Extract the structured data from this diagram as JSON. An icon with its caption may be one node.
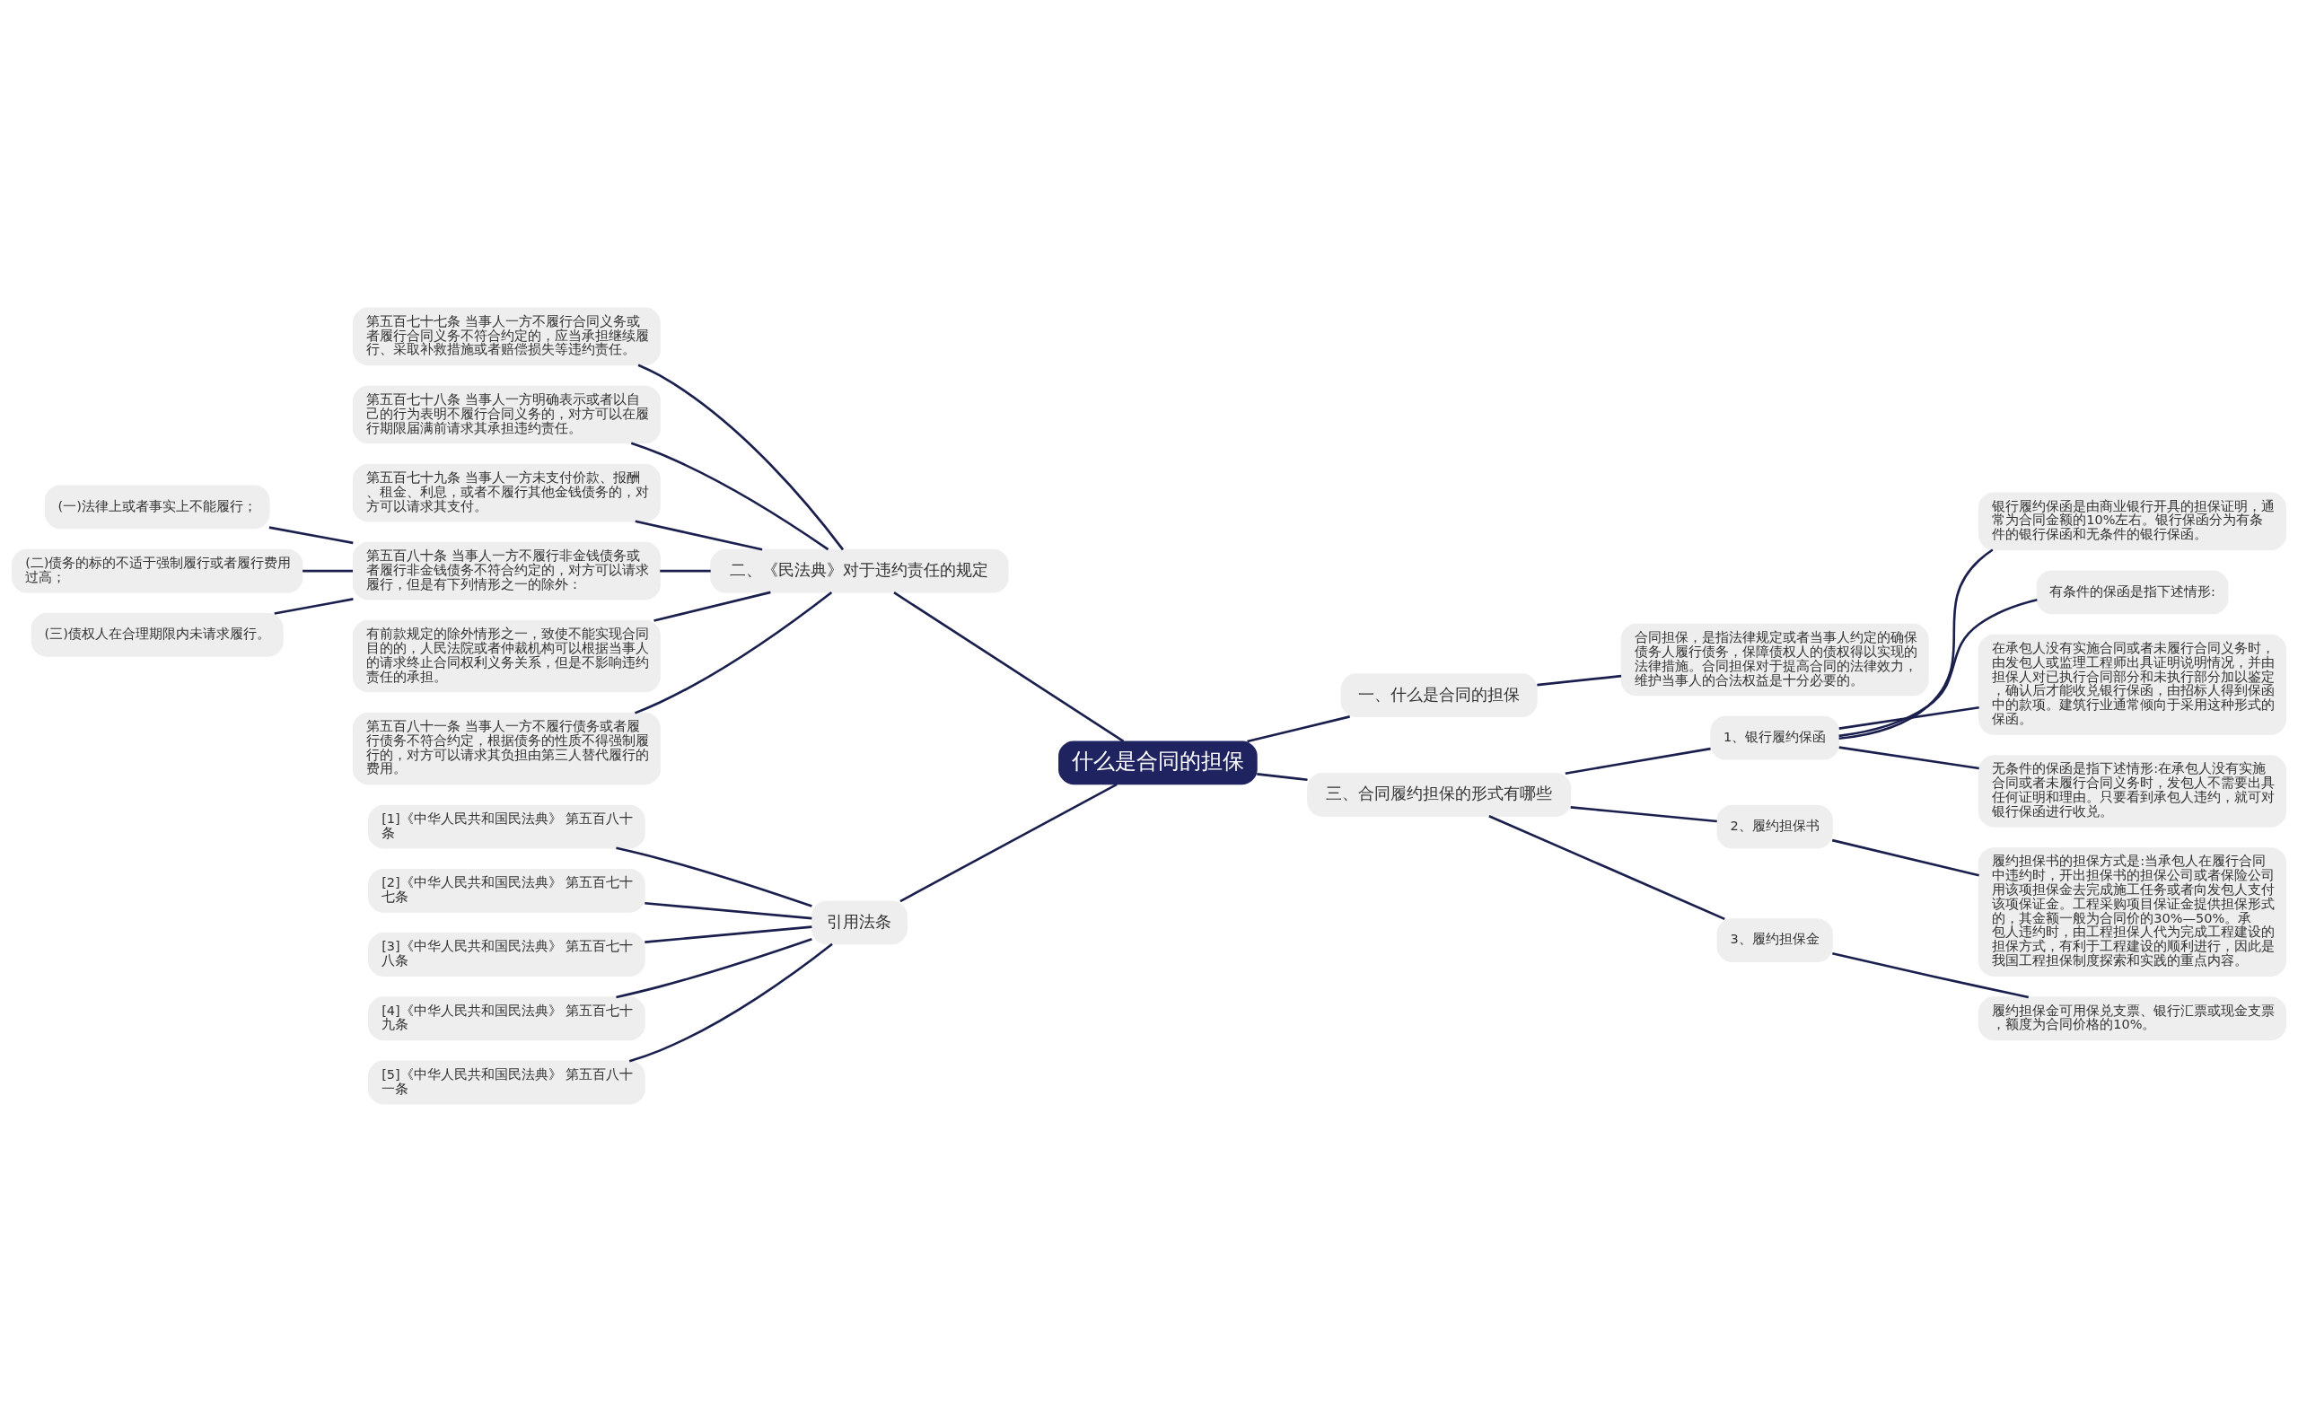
{
  "diagram": {
    "nodes": [
      {
        "text": [
          "什么是合同的担保"
        ]
      },
      {
        "text": [
          "一、什么是合同的担保"
        ]
      },
      {
        "text": [
          "合同担保，是指法律规定或者当事人约定的确保债务人履行债务，保障债权人的债权得以实现的法律措施。合同担保对于提高合同的法律效力，维护当事人的合法权益是十分必要的。"
        ]
      },
      {
        "text": [
          "二、《民法典》对于违约责任的规定"
        ]
      },
      {
        "text": [
          "第五百七十七条 当事人一方不履行合同义务或者履行合同义务不符合约定的，应当承担继续履行、采取补救措施或者赔偿损失等违约责任。"
        ]
      },
      {
        "text": [
          "第五百七十八条 当事人一方明确表示或者以自己的行为表明不履行合同义务的，对方可以在履行期限届满前请求其承担违约责任。"
        ]
      },
      {
        "text": [
          "第五百七十九条 当事人一方未支付价款、报酬、租金、利息，或者不履行其他金钱债务的，对方可以请求其支付。"
        ]
      },
      {
        "text": [
          "第五百八十条 当事人一方不履行非金钱债务或者履行非金钱债务不符合约定的，对方可以请求履行，但是有下列情形之一的除外："
        ]
      },
      {
        "text": [
          "(一)法律上或者事实上不能履行；"
        ]
      },
      {
        "text": [
          "(二)债务的标的不适于强制履行或者履行费用过高；"
        ]
      },
      {
        "text": [
          "(三)债权人在合理期限内未请求履行。"
        ]
      },
      {
        "text": [
          "有前款规定的除外情形之一，致使不能实现合同目的的，人民法院或者仲裁机构可以根据当事人的请求终止合同权利义务关系，但是不影响违约责任的承担。"
        ]
      },
      {
        "text": [
          "第五百八十一条 当事人一方不履行债务或者履行债务不符合约定，根据债务的性质不得强制履行的，对方可以请求其负担由第三人替代履行的费用。"
        ]
      },
      {
        "text": [
          "三、合同履约担保的形式有哪些"
        ]
      },
      {
        "text": [
          "1、银行履约保函"
        ]
      },
      {
        "text": [
          "银行履约保函是由商业银行开具的担保证明，通常为合同金额的10%左右。银行保函分为有条件的银行保函和无条件的银行保函。"
        ]
      },
      {
        "text": [
          "有条件的保函是指下述情形:"
        ]
      },
      {
        "text": [
          "在承包人没有实施合同或者未履行合同义务时，由发包人或监理工程师出具证明说明情况，并由担保人对已执行合同部分和未执行部分加以鉴定，确认后才能收兑银行保函，由招标人得到保函中的款项。建筑行业通常倾向于采用这种形式的保函。"
        ]
      },
      {
        "text": [
          "无条件的保函是指下述情形:在承包人没有实施合同或者未履行合同义务时，发包人不需要出具任何证明和理由。只要看到承包人违约，就可对银行保函进行收兑。"
        ]
      },
      {
        "text": [
          "2、履约担保书"
        ]
      },
      {
        "text": [
          "履约担保书的担保方式是:当承包人在履行合同中违约时，开出担保书的担保公司或者保险公司用该项担保金去完成施工任务或者向发包人支付该项保证金。工程采购项目保证金提供担保形式的，其金额一般为合同价的30%—50%。承包人违约时，由工程担保人代为完成工程建设的担保方式，有利于工程建设的顺利进行，因此是我国工程担保制度探索和实践的重点内容。"
        ]
      },
      {
        "text": [
          "3、履约担保金"
        ]
      },
      {
        "text": [
          "履约担保金可用保兑支票、银行汇票或现金支票，额度为合同价格的10%。"
        ]
      },
      {
        "text": [
          "引用法条"
        ]
      },
      {
        "text": [
          "[1]《中华人民共和国民法典》 第五百八十条"
        ]
      },
      {
        "text": [
          "[2]《中华人民共和国民法典》 第五百七十七条"
        ]
      },
      {
        "text": [
          "[3]《中华人民共和国民法典》 第五百七十八条"
        ]
      },
      {
        "text": [
          "[4]《中华人民共和国民法典》 第五百七十九条"
        ]
      },
      {
        "text": [
          "[5]《中华人民共和国民法典》 第五百八十一条"
        ]
      }
    ],
    "edges": [
      {
        "from": 0,
        "to": 1,
        "arrow": "none"
      },
      {
        "from": 1,
        "to": 2,
        "arrow": "none"
      },
      {
        "from": 0,
        "to": 3,
        "arrow": "none"
      },
      {
        "from": 3,
        "to": 4,
        "arrow": "none"
      },
      {
        "from": 3,
        "to": 5,
        "arrow": "none"
      },
      {
        "from": 3,
        "to": 6,
        "arrow": "none"
      },
      {
        "from": 3,
        "to": 7,
        "arrow": "none"
      },
      {
        "from": 7,
        "to": 8,
        "arrow": "none"
      },
      {
        "from": 7,
        "to": 9,
        "arrow": "none"
      },
      {
        "from": 7,
        "to": 10,
        "arrow": "none"
      },
      {
        "from": 3,
        "to": 11,
        "arrow": "none"
      },
      {
        "from": 3,
        "to": 12,
        "arrow": "none"
      },
      {
        "from": 0,
        "to": 13,
        "arrow": "none"
      },
      {
        "from": 13,
        "to": 14,
        "arrow": "none"
      },
      {
        "from": 14,
        "to": 15,
        "arrow": "none"
      },
      {
        "from": 14,
        "to": 16,
        "arrow": "none"
      },
      {
        "from": 14,
        "to": 17,
        "arrow": "none"
      },
      {
        "from": 14,
        "to": 18,
        "arrow": "none"
      },
      {
        "from": 13,
        "to": 19,
        "arrow": "none"
      },
      {
        "from": 19,
        "to": 20,
        "arrow": "none"
      },
      {
        "from": 13,
        "to": 21,
        "arrow": "none"
      },
      {
        "from": 21,
        "to": 22,
        "arrow": "none"
      },
      {
        "from": 0,
        "to": 23,
        "arrow": "none"
      },
      {
        "from": 23,
        "to": 24,
        "arrow": "none"
      },
      {
        "from": 23,
        "to": 25,
        "arrow": "none"
      },
      {
        "from": 23,
        "to": 26,
        "arrow": "none"
      },
      {
        "from": 23,
        "to": 27,
        "arrow": "none"
      },
      {
        "from": 23,
        "to": 28,
        "arrow": "none"
      }
    ]
  }
}
